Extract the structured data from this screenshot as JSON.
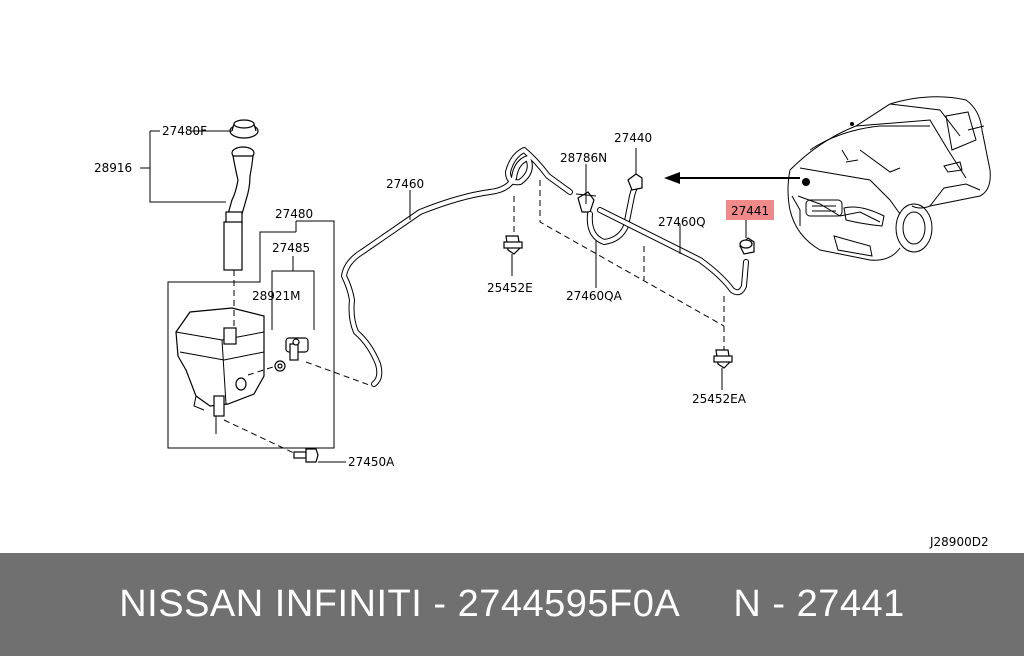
{
  "diagram": {
    "diagram_code": "J28900D2",
    "labels": {
      "l27480F": "27480F",
      "l28916": "28916",
      "l27480": "27480",
      "l27485": "27485",
      "l28921M": "28921M",
      "l27450A": "27450A",
      "l27460": "27460",
      "l25452E": "25452E",
      "l28786N": "28786N",
      "l27440": "27440",
      "l27460QA": "27460QA",
      "l27460Q": "27460Q",
      "l27441": "27441",
      "l25452EA": "25452EA"
    },
    "highlight_color": "#f08a8a"
  },
  "footer": {
    "text": "NISSAN INFINITI - 2744595F0A     N - 27441",
    "background": "#707070"
  }
}
